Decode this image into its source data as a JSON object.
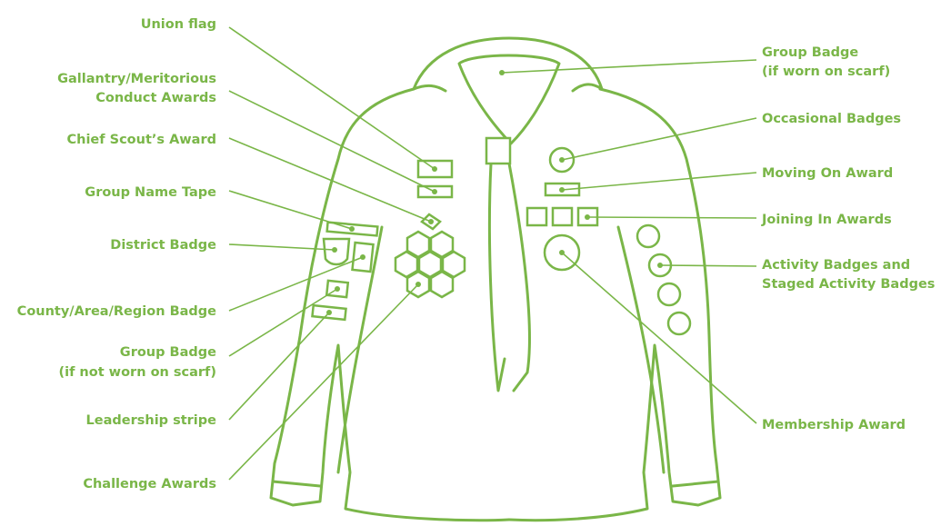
{
  "colors": {
    "accent": "#7ab648",
    "background": "#ffffff"
  },
  "labels": {
    "union_flag": [
      "Union flag"
    ],
    "gallantry": [
      "Gallantry/Meritorious",
      "Conduct Awards"
    ],
    "chief_scout": [
      "Chief Scout’s Award"
    ],
    "group_name_tape": [
      "Group Name Tape"
    ],
    "district_badge": [
      "District Badge"
    ],
    "county_badge": [
      "County/Area/Region Badge"
    ],
    "group_badge_not_scarf": [
      "Group Badge",
      "(if not worn on scarf)"
    ],
    "leadership_stripe": [
      "Leadership stripe"
    ],
    "challenge_awards": [
      "Challenge Awards"
    ],
    "group_badge_scarf": [
      "Group Badge",
      "(if worn on scarf)"
    ],
    "occasional_badges": [
      "Occasional Badges"
    ],
    "moving_on_award": [
      "Moving On Award"
    ],
    "joining_in_awards": [
      "Joining In Awards"
    ],
    "activity_badges": [
      "Activity Badges and",
      "Staged Activity Badges"
    ],
    "membership_award": [
      "Membership Award"
    ]
  }
}
